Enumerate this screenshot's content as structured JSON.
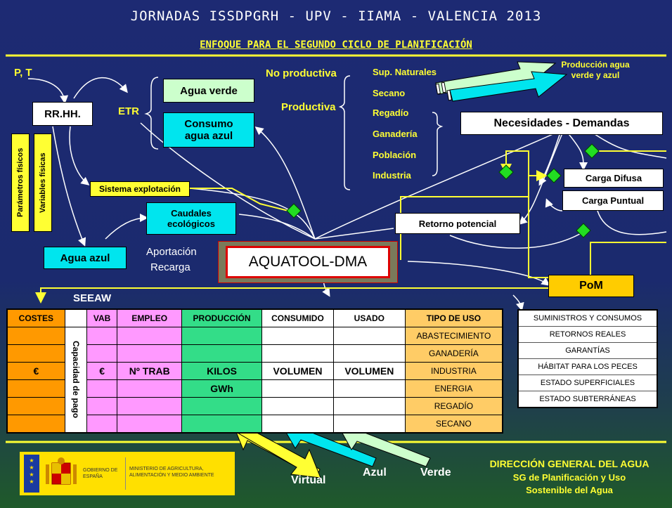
{
  "header": {
    "title": "JORNADAS ISSDPGRH - UPV - IIAMA -  VALENCIA 2013",
    "subtitle": "ENFOQUE PARA EL SEGUNDO CICLO DE PLANIFICACIÓN"
  },
  "diagram": {
    "pt": "P, T",
    "rrhh": "RR.HH.",
    "etr": "ETR",
    "agua_verde": "Agua verde",
    "consumo_azul": "Consumo agua azul",
    "param_fisicos": "Parámetros físicos",
    "var_fisicas": "Variables físicas",
    "no_productiva": "No productiva",
    "productiva": "Productiva",
    "usos": [
      "Sup. Naturales",
      "Secano",
      "Regadío",
      "Ganadería",
      "Población",
      "Industria"
    ],
    "produccion": "Producción agua verde y azul",
    "necesidades": "Necesidades - Demandas",
    "carga_difusa": "Carga Difusa",
    "carga_puntual": "Carga Puntual",
    "retorno": "Retorno potencial",
    "sistema": "Sistema explotación",
    "caudales": "Caudales ecológicos",
    "agua_azul": "Agua azul",
    "aportacion": "Aportación",
    "recarga": "Recarga",
    "aquatool": "AQUATOOL-DMA",
    "pom": "PoM",
    "seeaw": "SEEAW"
  },
  "seeaw_table": {
    "headers": [
      "COSTES",
      "",
      "VAB",
      "EMPLEO",
      "PRODUCCIÓN",
      "CONSUMIDO",
      "USADO",
      "TIPO DE USO"
    ],
    "capacidad": "Capacidad de pago",
    "costes_unit": "€",
    "vab_unit": "€",
    "empleo_unit": "Nº TRAB",
    "produccion_units": [
      "KILOS",
      "GWh"
    ],
    "consumido_unit": "VOLUMEN",
    "usado_unit": "VOLUMEN",
    "tipos": [
      "ABASTECIMIENTO",
      "GANADERÍA",
      "INDUSTRIA",
      "ENERGIA",
      "REGADÍO",
      "SECANO"
    ]
  },
  "indicators": [
    "SUMINISTROS Y CONSUMOS",
    "RETORNOS REALES",
    "GARANTÍAS",
    "HÁBITAT PARA LOS PECES",
    "ESTADO SUPERFICIALES",
    "ESTADO SUBTERRÁNEAS"
  ],
  "arrows": {
    "virtual": "Virtual",
    "azul": "Azul",
    "verde": "Verde"
  },
  "footer": {
    "gobierno": "GOBIERNO DE ESPAÑA",
    "ministerio": "MINISTERIO DE AGRICULTURA, ALIMENTACIÓN Y MEDIO AMBIENTE",
    "direccion": "DIRECCIÓN GENERAL DEL AGUA",
    "sg1": "SG de Planificación y Uso",
    "sg2": "Sostenible del Agua"
  },
  "colors": {
    "background": "#1d2a73",
    "accent_yellow": "#ffff33",
    "cyan": "#00e5ee",
    "orange": "#ff9900",
    "pink": "#ff99ff",
    "green": "#33dd88",
    "tan": "#ffcc66"
  }
}
